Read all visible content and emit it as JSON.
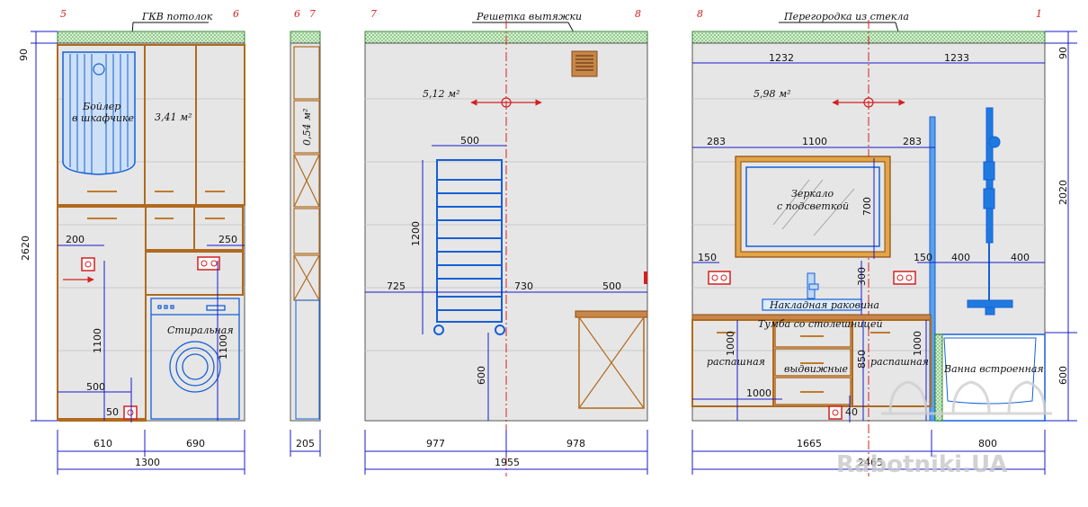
{
  "panel1": {
    "axis_left": "5",
    "axis_right": "6",
    "ceiling_label": "ГКВ потолок",
    "boiler_line1": "Бойлер",
    "boiler_line2": "в шкафчике",
    "area": "3,41 м²",
    "washer_label": "Стиральная",
    "dim_90": "90",
    "dim_2620": "2620",
    "dim_200": "200",
    "dim_250": "250",
    "dim_1100_left": "1100",
    "dim_1100_right": "1100",
    "dim_500": "500",
    "dim_50": "50",
    "dim_610": "610",
    "dim_690": "690",
    "dim_1300": "1300"
  },
  "panel2": {
    "axis_left": "6",
    "axis_right": "7",
    "area": "0,54 м²",
    "dim_205": "205"
  },
  "panel3": {
    "axis_left": "7",
    "axis_right": "8",
    "vent_label": "Решетка вытяжки",
    "area": "5,12 м²",
    "dim_500_top": "500",
    "dim_1200": "1200",
    "dim_725": "725",
    "dim_730": "730",
    "dim_500_right": "500",
    "dim_600": "600",
    "dim_977": "977",
    "dim_978": "978",
    "dim_1955": "1955"
  },
  "panel4": {
    "axis_left": "8",
    "axis_right": "1",
    "glass_label": "Перегородка из стекла",
    "area": "5,98 м²",
    "dim_1232": "1232",
    "dim_1233": "1233",
    "dim_90": "90",
    "dim_283_left": "283",
    "dim_1100": "1100",
    "dim_283_right": "283",
    "dim_2020": "2020",
    "mirror_line1": "Зеркало",
    "mirror_line2": "с подсветкой",
    "dim_700": "700",
    "dim_150_left": "150",
    "dim_150_right": "150",
    "dim_400_left": "400",
    "dim_400_right": "400",
    "dim_300": "300",
    "sink_label": "Накладная раковина",
    "cabinet_label": "Тумба со столешницей",
    "door_left": "распашная",
    "drawers": "выдвижные",
    "door_right": "распашная",
    "bath_label": "Ванна встроенная",
    "dim_1000_left": "1000",
    "dim_850": "850",
    "dim_1000_right": "1000",
    "dim_1000_bottom": "1000",
    "dim_600": "600",
    "dim_40": "40",
    "dim_1665": "1665",
    "dim_800": "800",
    "dim_2465": "2465"
  },
  "watermark": "Rabotniki.UA",
  "colors": {
    "wall": "#e6e6e6",
    "cabinet": "#b06a1e",
    "blue": "#1560d8",
    "dim": "#1a1acc",
    "red": "#d42020",
    "ceiling": "#7ec27e"
  }
}
